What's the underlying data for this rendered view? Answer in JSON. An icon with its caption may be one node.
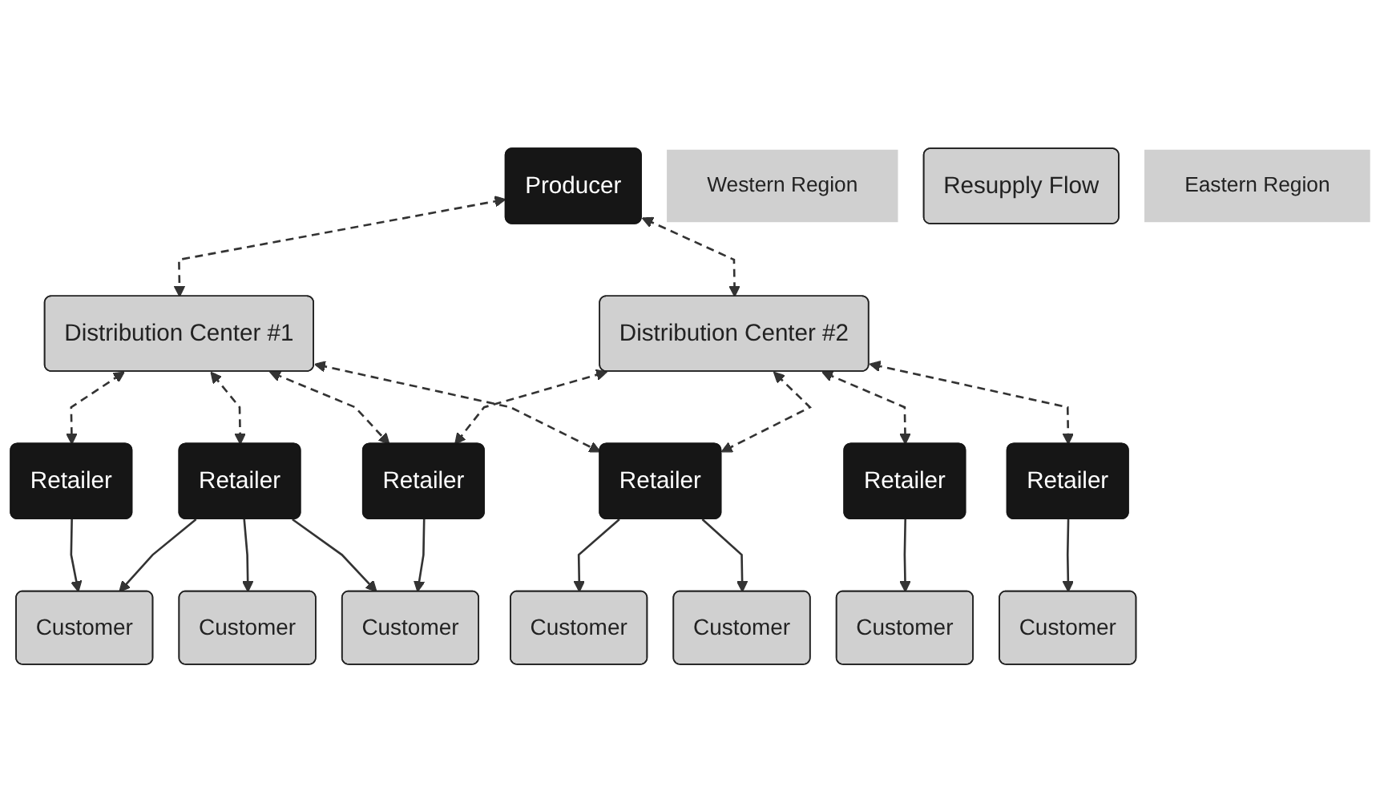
{
  "diagram": {
    "nodes": [
      {
        "text": [
          "Producer"
        ]
      },
      {
        "text": [
          "Western Region"
        ]
      },
      {
        "text": [
          "Distribution Center #1"
        ]
      },
      {
        "text": [
          "Resupply Flow"
        ]
      },
      {
        "text": [
          "Distribution Center #2"
        ]
      },
      {
        "text": [
          "Eastern Region"
        ]
      },
      {
        "text": [
          "Retailer"
        ]
      },
      {
        "text": [
          "Retailer"
        ]
      },
      {
        "text": [
          "Retailer"
        ]
      },
      {
        "text": [
          "Retailer"
        ]
      },
      {
        "text": [
          "Retailer"
        ]
      },
      {
        "text": [
          "Retailer"
        ]
      },
      {
        "text": [
          "Customer"
        ]
      },
      {
        "text": [
          "Customer"
        ]
      },
      {
        "text": [
          "Customer"
        ]
      },
      {
        "text": [
          "Customer"
        ]
      },
      {
        "text": [
          "Customer"
        ]
      },
      {
        "text": [
          "Customer"
        ]
      },
      {
        "text": [
          "Customer"
        ]
      }
    ],
    "edges": [
      {
        "from": 0,
        "to": 2,
        "arrow": "both",
        "style": "dashed"
      },
      {
        "from": 0,
        "to": 4,
        "arrow": "both",
        "style": "dashed"
      },
      {
        "from": 2,
        "to": 6,
        "arrow": "both",
        "style": "dashed"
      },
      {
        "from": 2,
        "to": 7,
        "arrow": "both",
        "style": "dashed"
      },
      {
        "from": 2,
        "to": 8,
        "arrow": "both",
        "style": "dashed"
      },
      {
        "from": 2,
        "to": 9,
        "arrow": "both",
        "style": "dashed"
      },
      {
        "from": 4,
        "to": 8,
        "arrow": "both",
        "style": "dashed"
      },
      {
        "from": 4,
        "to": 9,
        "arrow": "both",
        "style": "dashed"
      },
      {
        "from": 4,
        "to": 10,
        "arrow": "both",
        "style": "dashed"
      },
      {
        "from": 4,
        "to": 11,
        "arrow": "both",
        "style": "dashed"
      },
      {
        "from": 6,
        "to": 12,
        "arrow": "to"
      },
      {
        "from": 7,
        "to": 12,
        "arrow": "to"
      },
      {
        "from": 7,
        "to": 13,
        "arrow": "to"
      },
      {
        "from": 7,
        "to": 14,
        "arrow": "to"
      },
      {
        "from": 8,
        "to": 14,
        "arrow": "to"
      },
      {
        "from": 9,
        "to": 15,
        "arrow": "to"
      },
      {
        "from": 9,
        "to": 16,
        "arrow": "to"
      },
      {
        "from": 10,
        "to": 17,
        "arrow": "to"
      },
      {
        "from": 11,
        "to": 18,
        "arrow": "to"
      }
    ]
  }
}
